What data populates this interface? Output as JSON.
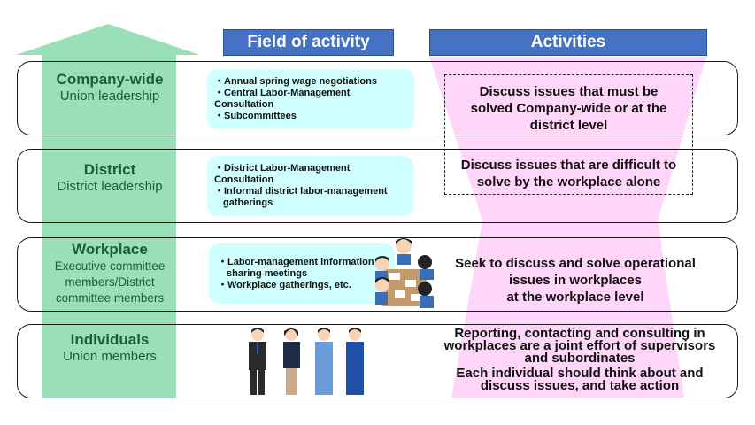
{
  "headers": {
    "field_of_activity": "Field of activity",
    "activities": "Activities"
  },
  "colors": {
    "header_bg": "#4472c4",
    "arrow_green": "#99e0b9",
    "funnel_pink": "#ffd6fa",
    "field_bg": "#cfffff",
    "level_text": "#1e5c38"
  },
  "levels": [
    {
      "title": "Company-wide",
      "subtitle": [
        "Union leadership"
      ],
      "fields": [
        "・Annual spring wage negotiations",
        "・Central Labor-Management Consultation",
        "・Subcommittees"
      ],
      "activity": [
        "Discuss issues that must be",
        "solved Company-wide or at the",
        "district level"
      ]
    },
    {
      "title": "District",
      "subtitle": [
        "District leadership"
      ],
      "fields": [
        "・District Labor-Management Consultation",
        "・Informal district labor-management",
        "  gatherings"
      ],
      "activity": [
        "Discuss issues that are difficult to",
        "solve by the workplace alone"
      ]
    },
    {
      "title": "Workplace",
      "subtitle": [
        "Executive committee",
        "members/District",
        "committee members"
      ],
      "fields": [
        "・Labor-management information",
        "  sharing meetings",
        "・Workplace gatherings, etc."
      ],
      "activity": [
        "Seek to discuss and solve operational",
        "issues in workplaces",
        "at the workplace level"
      ]
    },
    {
      "title": "Individuals",
      "subtitle": [
        "Union members"
      ],
      "fields": [],
      "activity": [
        "Reporting, contacting and consulting in",
        "workplaces are a joint effort of supervisors",
        "and subordinates",
        "Each individual should think about and",
        "discuss issues, and take action"
      ]
    }
  ]
}
